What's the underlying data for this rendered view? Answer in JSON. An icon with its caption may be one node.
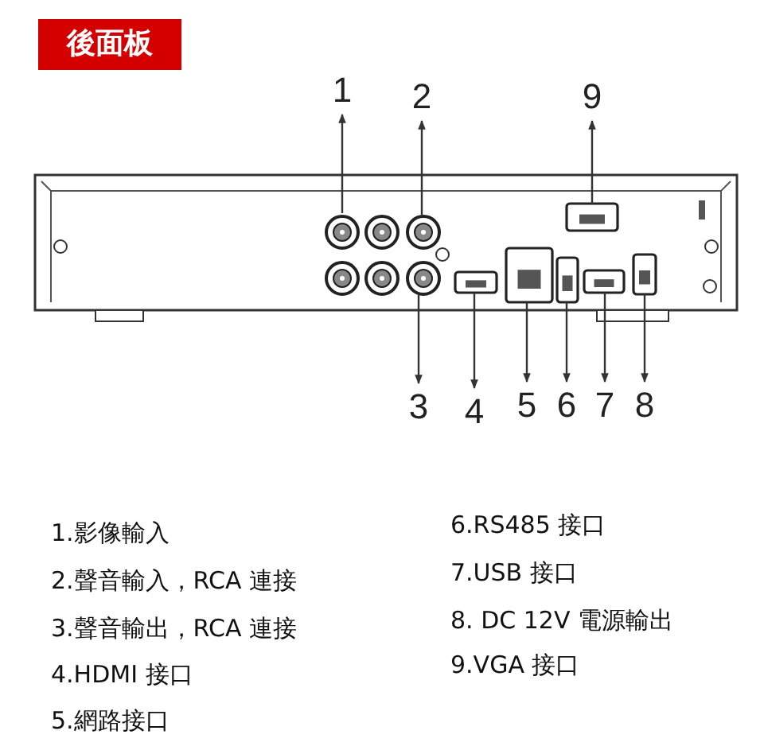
{
  "diagram": {
    "title": "後面板",
    "nodes": [
      {
        "text": [
          "1"
        ]
      },
      {
        "text": [
          "2"
        ]
      },
      {
        "text": [
          "9"
        ]
      },
      {
        "text": [
          "3"
        ]
      },
      {
        "text": [
          "4"
        ]
      },
      {
        "text": [
          "5"
        ]
      },
      {
        "text": [
          "6"
        ]
      },
      {
        "text": [
          "7"
        ]
      },
      {
        "text": [
          "8"
        ]
      },
      {
        "text": [],
        "shape": "circle"
      },
      {
        "text": [],
        "shape": "circle"
      },
      {
        "text": [],
        "shape": "box"
      },
      {
        "text": [],
        "shape": "circle"
      },
      {
        "text": [],
        "shape": "box"
      },
      {
        "text": [],
        "shape": "box"
      },
      {
        "text": [],
        "shape": "box"
      },
      {
        "text": [],
        "shape": "box"
      },
      {
        "text": [],
        "shape": "box"
      }
    ],
    "edges": [
      {
        "from": 9,
        "to": 0,
        "arrow": "to"
      },
      {
        "from": 10,
        "to": 1,
        "arrow": "to"
      },
      {
        "from": 11,
        "to": 2,
        "arrow": "to"
      },
      {
        "from": 12,
        "to": 3,
        "arrow": "to"
      },
      {
        "from": 13,
        "to": 4,
        "arrow": "to"
      },
      {
        "from": 14,
        "to": 5,
        "arrow": "to"
      },
      {
        "from": 15,
        "to": 6,
        "arrow": "to"
      },
      {
        "from": 16,
        "to": 7,
        "arrow": "to"
      },
      {
        "from": 17,
        "to": 8,
        "arrow": "to"
      }
    ],
    "labels": [
      "1.影像輸入",
      "2.聲音輸入，RCA 連接",
      "3.聲音輸出，RCA 連接",
      "4.HDMI 接口",
      "5.網路接口",
      "6.RS485 接口",
      "7.USB 接口",
      "8. DC 12V 電源輸出",
      "9.VGA 接口"
    ]
  }
}
